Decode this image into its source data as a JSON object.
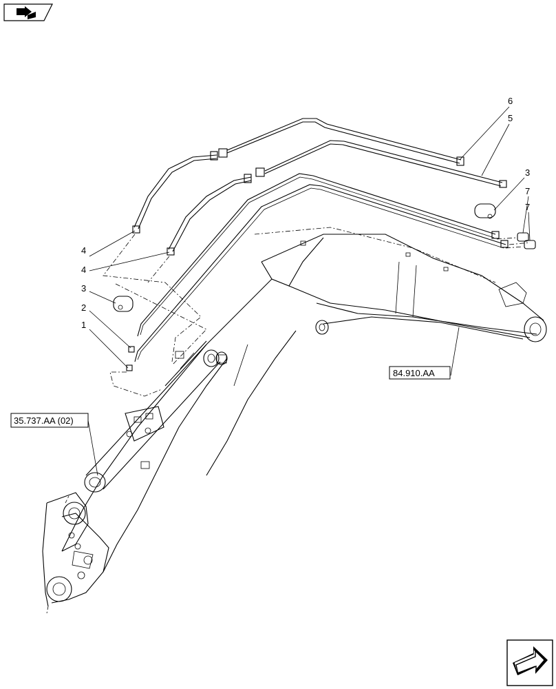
{
  "icons": {
    "top_left": "nav-back-book-icon",
    "bottom_right": "next-page-arrow-icon"
  },
  "callouts": [
    {
      "id": "c6",
      "label": "6"
    },
    {
      "id": "c5",
      "label": "5"
    },
    {
      "id": "c3r",
      "label": "3"
    },
    {
      "id": "c7a",
      "label": "7"
    },
    {
      "id": "c7b",
      "label": "7"
    },
    {
      "id": "c4a",
      "label": "4"
    },
    {
      "id": "c4b",
      "label": "4"
    },
    {
      "id": "c3l",
      "label": "3"
    },
    {
      "id": "c2",
      "label": "2"
    },
    {
      "id": "c1",
      "label": "1"
    }
  ],
  "references": {
    "boom_ref": "84.910.AA",
    "cylinder_ref": "35.737.AA (02)"
  }
}
